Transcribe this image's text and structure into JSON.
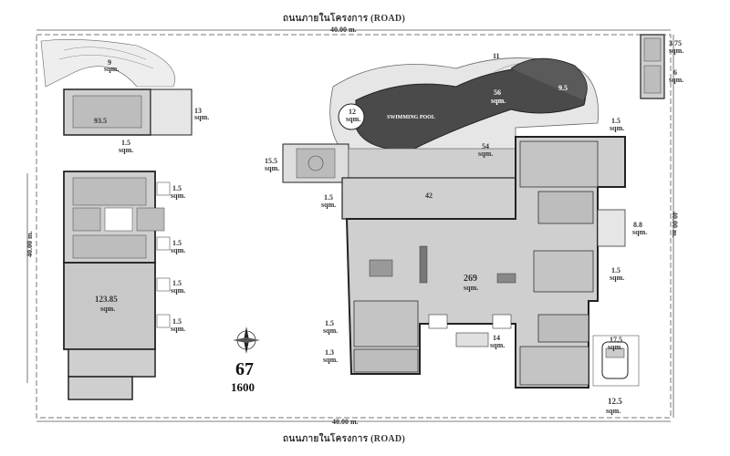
{
  "road_top": "ถนนภายในโครงการ  (ROAD)",
  "road_bottom": "ถนนภายในโครงการ  (ROAD)",
  "dim_top": "40.00 m.",
  "dim_bottom": "40.00 m.",
  "dim_left": "40.00 m.",
  "dim_right": "40.00 m.",
  "lot_number": "67",
  "lot_area": "1600",
  "areas": {
    "a_9": "9",
    "a_sqm_1": "sqm.",
    "a_93": "93.5",
    "a_13": "13",
    "a_sqm_13": "sqm.",
    "a_1_5_top": "1.5",
    "a_sqm_15t": "sqm.",
    "a_56": "56",
    "a_56_sqm": "sqm.",
    "a_11": "11",
    "a_12": "12",
    "a_12_sqm": "sqm.",
    "a_9_5": "9.5",
    "a_54": "54",
    "a_54_sqm": "sqm.",
    "a_15_5": "15.5",
    "a_15_5_sqm": "sqm.",
    "a_42": "42",
    "a_1_5_mid": "1.5",
    "a_1_5_mid_sqm": "sqm.",
    "a_269": "269",
    "a_269_sqm": "sqm.",
    "a_1_5_right1": "1.5",
    "a_1_5_right1_sqm": "sqm.",
    "a_8_8": "8.8",
    "a_8_8_sqm": "sqm.",
    "a_1_5_right2": "1.5",
    "a_1_5_right2_sqm": "sqm.",
    "a_1_5_left": "1.5",
    "a_1_5_left_sqm": "sqm.",
    "a_1_3": "1.3",
    "a_1_3_sqm": "sqm.",
    "a_14": "14",
    "a_14_sqm": "sqm.",
    "a_17_5": "17.5",
    "a_17_5_sqm": "sqm.",
    "a_12_5": "12.5",
    "a_12_5_sqm": "sqm.",
    "a_3_75": "3.75",
    "a_3_75_sqm": "sqm.",
    "a_6": "6",
    "a_6_sqm": "sqm.",
    "a_123": "123.85",
    "a_123_sqm": "sqm.",
    "side_1_5a": "1.5",
    "side_1_5a_sqm": "sqm.",
    "side_1_5b": "1.5",
    "side_1_5b_sqm": "sqm.",
    "side_1_5c": "1.5",
    "side_1_5c_sqm": "sqm.",
    "side_1_5d": "1.5",
    "side_1_5d_sqm": "sqm."
  },
  "pool_label": "SWIMMING POOL",
  "colors": {
    "pool": "#4a4a4a",
    "deck": "#d9d9d9",
    "wall": "#222222",
    "room": "#cfcfcf"
  }
}
